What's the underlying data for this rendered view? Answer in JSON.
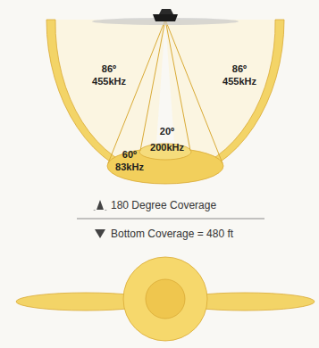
{
  "diagram": {
    "labels": [
      "86º",
      "455kHz",
      "86º",
      "455kHz",
      "20º",
      "200kHz",
      "60º",
      "83kHz",
      "180 Degree Coverage",
      "Bottom Coverage = 480 ft"
    ]
  }
}
